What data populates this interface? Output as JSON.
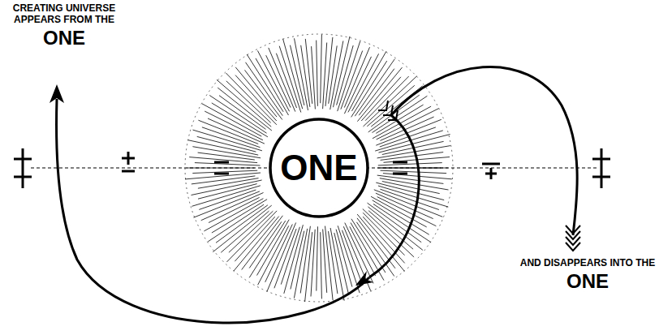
{
  "diagram": {
    "nodes": [
      {
        "text": [
          "ONE"
        ]
      }
    ],
    "labels": [
      "CREATING UNIVERSE APPEARS FROM THE",
      "ONE",
      "AND DISAPPEARS INTO THE",
      "ONE"
    ]
  }
}
